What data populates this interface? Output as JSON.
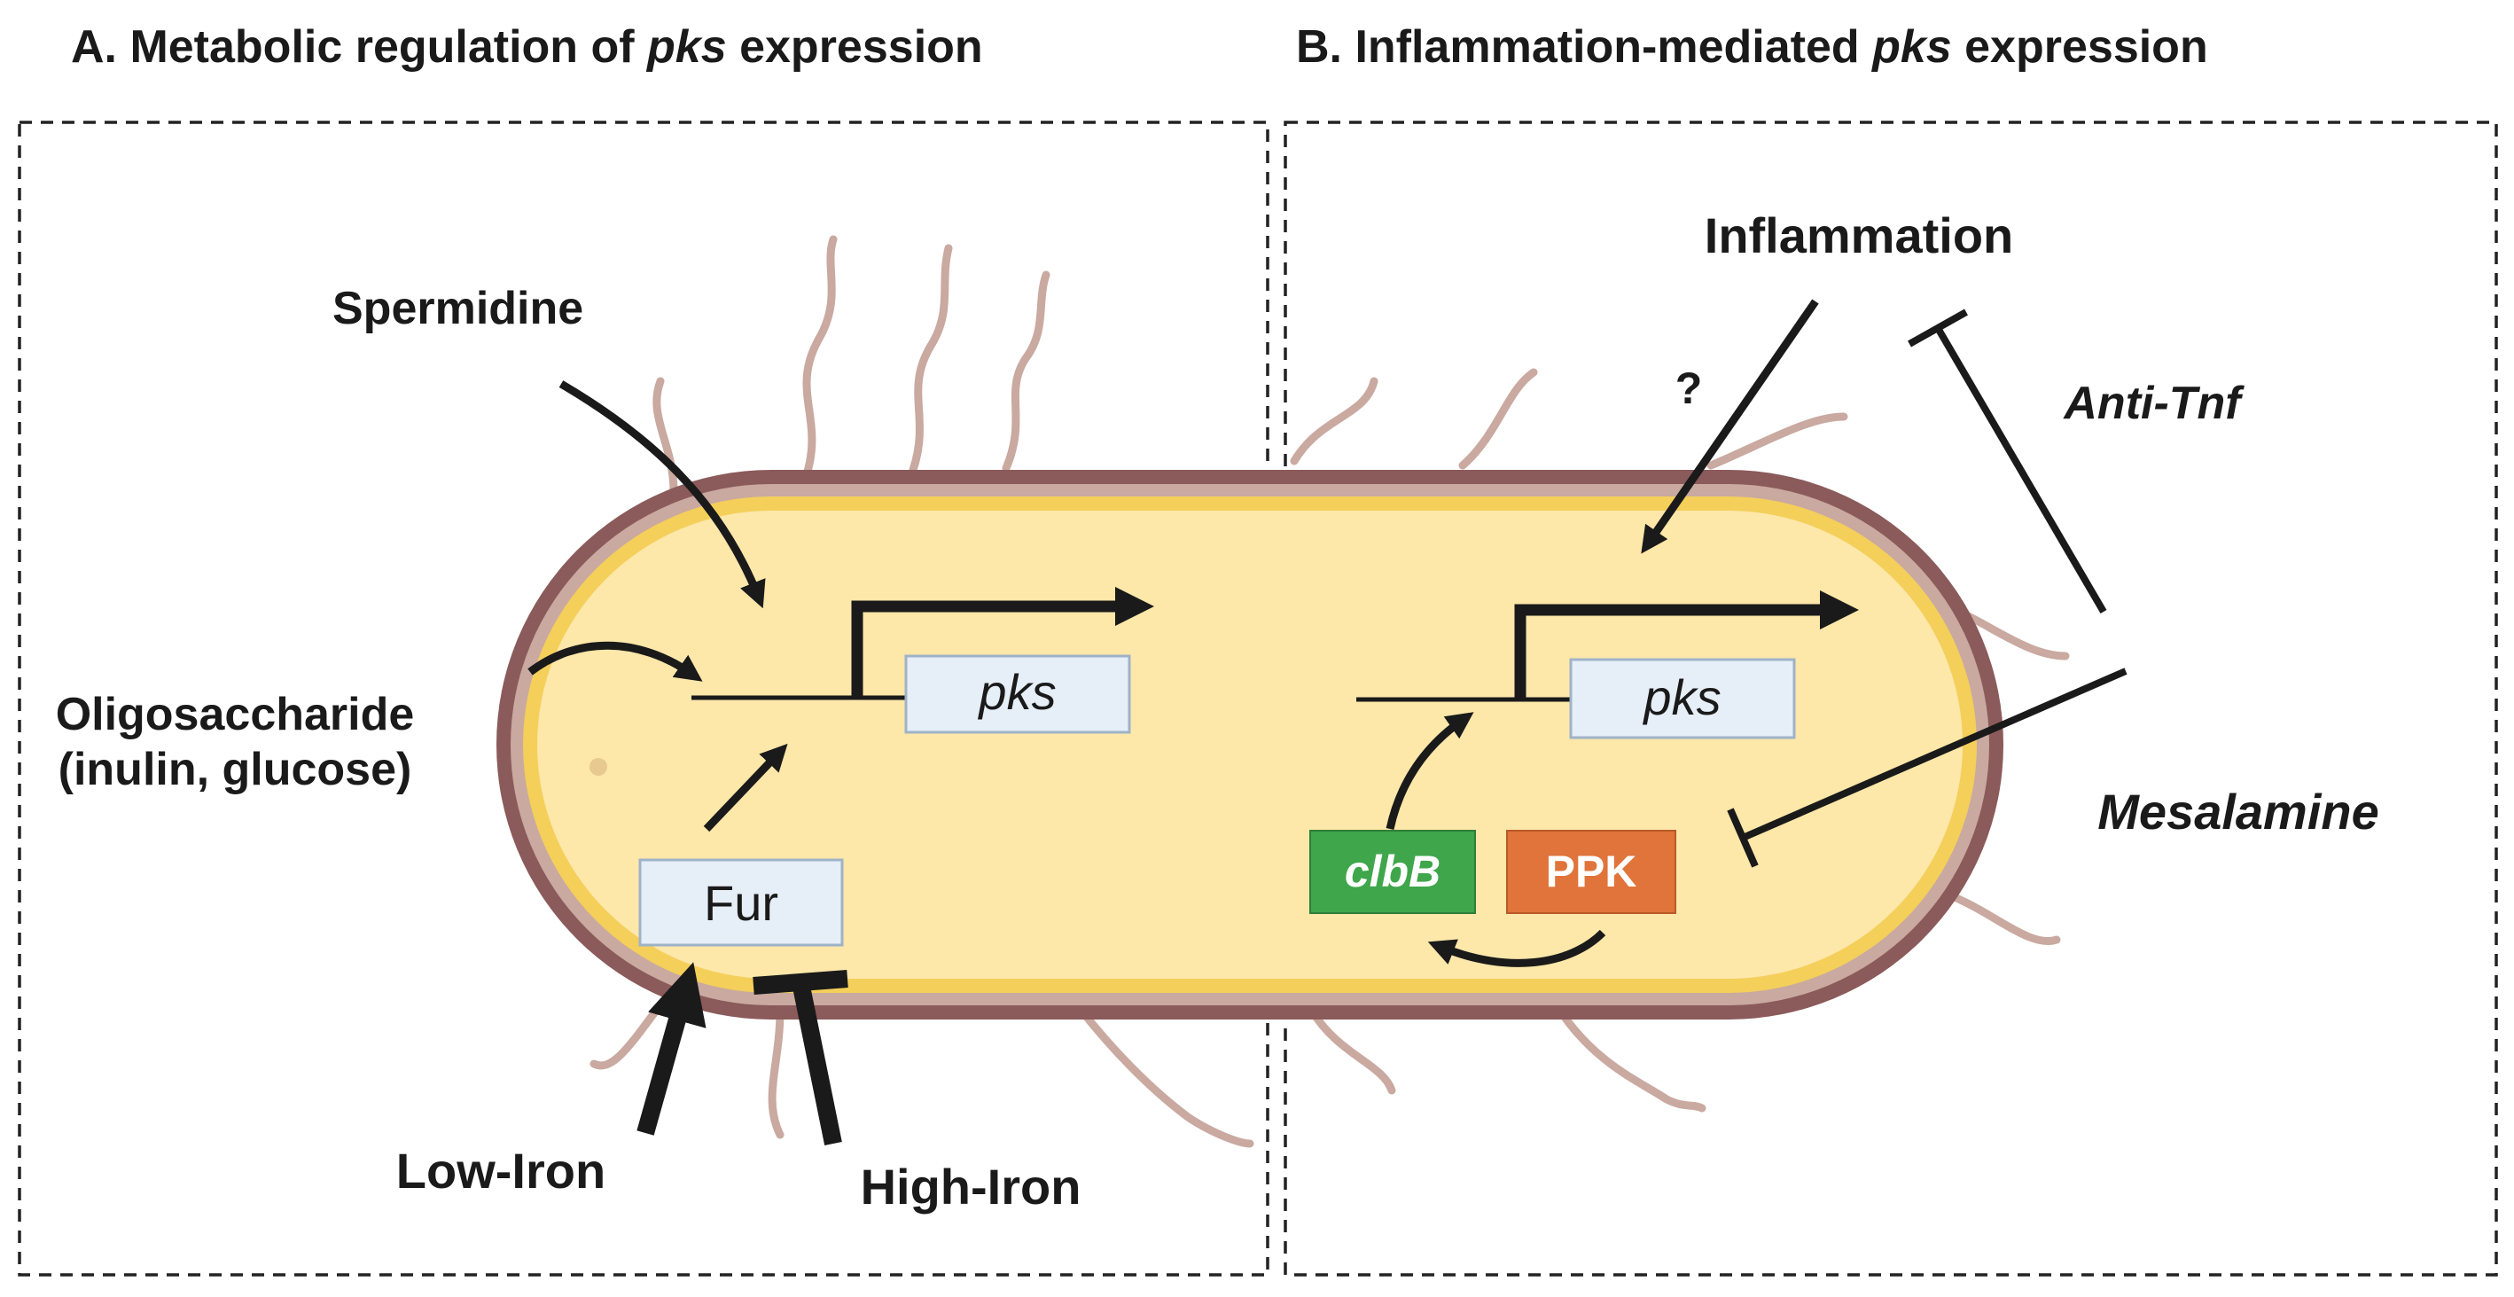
{
  "panels": {
    "a": {
      "title_prefix": "A. Metabolic regulation of ",
      "title_italic": "pks",
      "title_suffix": " expression",
      "spermidine": "Spermidine",
      "oligosaccharide_line1": "Oligosaccharide",
      "oligosaccharide_line2": "(inulin, glucose)",
      "gene": "pks",
      "fur": "Fur",
      "low_iron": "Low-Iron",
      "high_iron": "High-Iron"
    },
    "b": {
      "title_prefix": "B. Inflammation-mediated ",
      "title_italic": "pks",
      "title_suffix": " expression",
      "inflammation": "Inflammation",
      "question": "?",
      "anti_tnf": "Anti-Tnf",
      "mesalamine": "Mesalamine",
      "gene": "pks",
      "clbb": "clbB",
      "ppk": "PPK"
    }
  },
  "colors": {
    "cell_fill": "#fde7a9",
    "cell_inner_band": "#f4cf5a",
    "cell_membrane": "#8b5a5a",
    "flagella": "#c9a9a0",
    "gene_box": "#e6eef8",
    "gene_box_border": "#9fb3c8",
    "clbb_box": "#3fa64b",
    "ppk_box": "#e0743a",
    "arrow": "#1a1a1a"
  }
}
